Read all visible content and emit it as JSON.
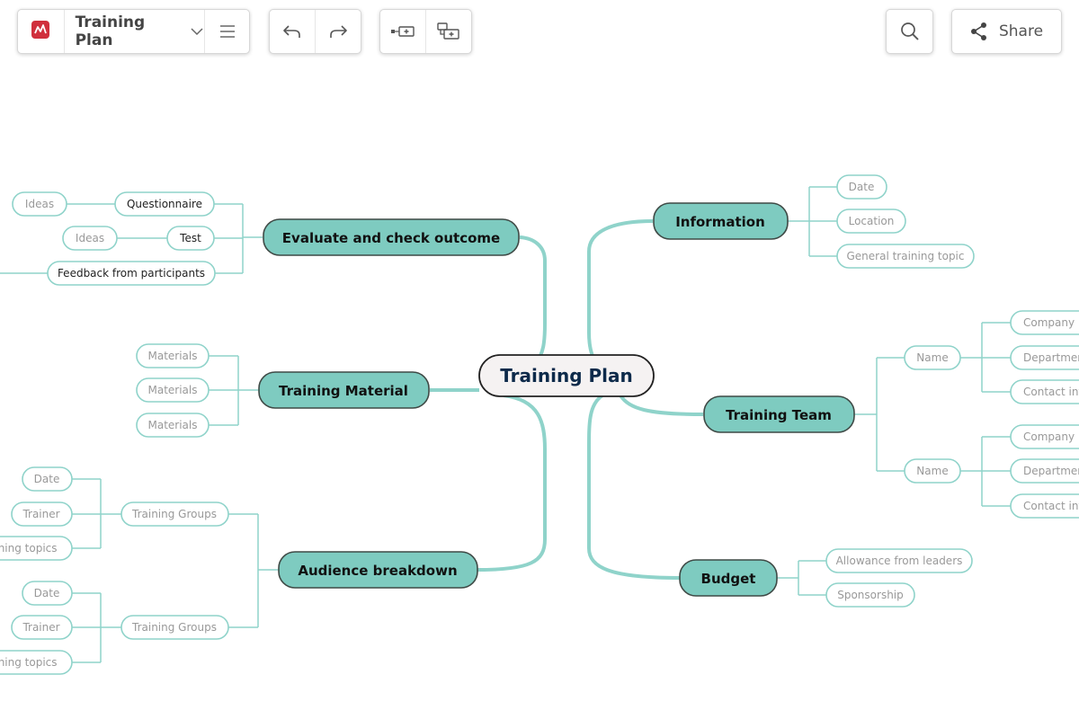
{
  "toolbar": {
    "doc_title": "Training Plan",
    "share_label": "Share",
    "icons": {
      "logo": "app-logo-icon",
      "title_dropdown": "chevron-down-icon",
      "menu": "hamburger-menu-icon",
      "undo": "undo-icon",
      "redo": "redo-icon",
      "add_sibling": "add-sibling-topic-icon",
      "add_child": "add-child-topic-icon",
      "search": "search-icon",
      "share": "share-icon"
    }
  },
  "colors": {
    "accent": "#7ECBC0",
    "accent_border": "#3F4A46",
    "line": "#8FD3CA",
    "logo_red": "#D0303D",
    "center_fill": "#F5F2F2",
    "center_text": "#0D2A4A",
    "subtopic_text": "#999999"
  },
  "mindmap": {
    "center": "Training Plan",
    "main_topics": {
      "evaluate": "Evaluate and check outcome",
      "material": "Training Material",
      "audience": "Audience breakdown",
      "information": "Information",
      "team": "Training Team",
      "budget": "Budget"
    },
    "evaluate_children": {
      "questionnaire": "Questionnaire",
      "test": "Test",
      "feedback": "Feedback from participants",
      "ideas_1": "Ideas",
      "ideas_2": "Ideas"
    },
    "material_children": [
      "Materials",
      "Materials",
      "Materials"
    ],
    "audience_children": {
      "group_1": "Training Groups",
      "group_2": "Training Groups",
      "group_1_items": [
        "Date",
        "Trainer",
        "Training topics"
      ],
      "group_2_items": [
        "Date",
        "Trainer",
        "Training topics"
      ]
    },
    "information_children": [
      "Date",
      "Location",
      "General training topic"
    ],
    "team_children": {
      "name_1": "Name",
      "name_2": "Name",
      "name_1_items": [
        "Company",
        "Department",
        "Contact info"
      ],
      "name_2_items": [
        "Company",
        "Department",
        "Contact info"
      ]
    },
    "budget_children": [
      "Allowance from leaders",
      "Sponsorship"
    ]
  }
}
